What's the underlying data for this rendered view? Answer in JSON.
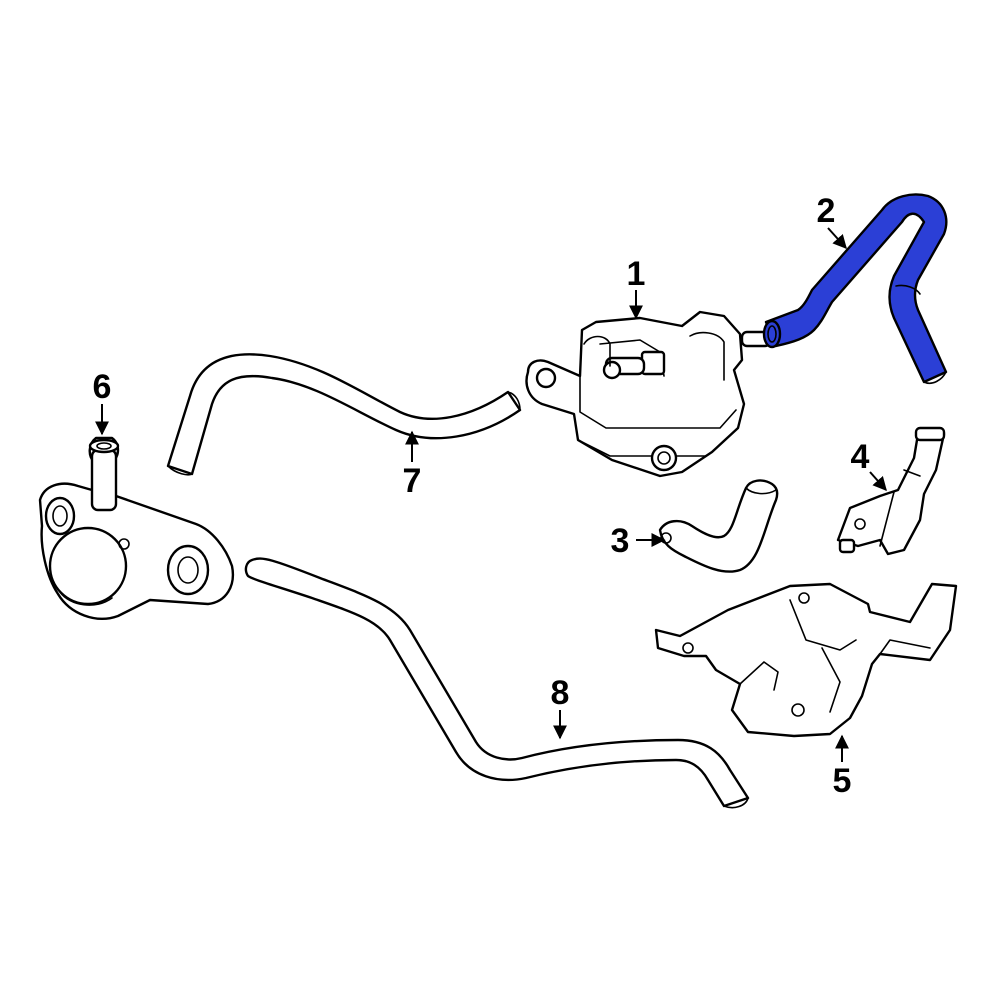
{
  "diagram": {
    "highlight_color": "#2b3fd6",
    "line_color": "#000000",
    "background_color": "#ffffff",
    "callouts": [
      {
        "id": "1",
        "label": "1",
        "part": "valve-assembly"
      },
      {
        "id": "2",
        "label": "2",
        "part": "hose-highlighted"
      },
      {
        "id": "3",
        "label": "3",
        "part": "small-hose"
      },
      {
        "id": "4",
        "label": "4",
        "part": "bracket-with-connector"
      },
      {
        "id": "5",
        "label": "5",
        "part": "mounting-bracket"
      },
      {
        "id": "6",
        "label": "6",
        "part": "water-outlet-housing"
      },
      {
        "id": "7",
        "label": "7",
        "part": "upper-hose"
      },
      {
        "id": "8",
        "label": "8",
        "part": "lower-hose"
      }
    ]
  }
}
